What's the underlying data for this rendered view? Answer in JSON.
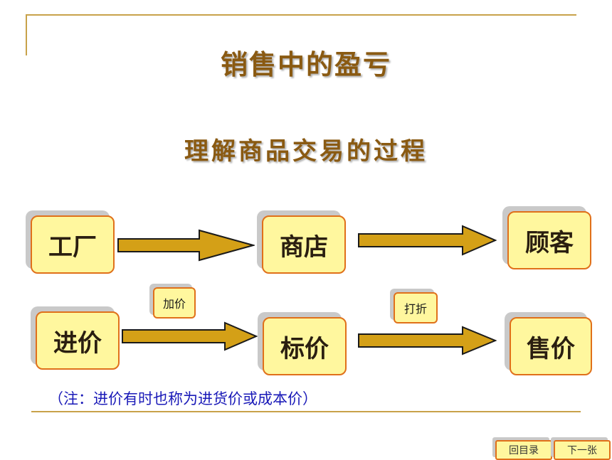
{
  "title": "销售中的盈亏",
  "subtitle": "理解商品交易的过程",
  "row1": [
    "工厂",
    "商店",
    "顾客"
  ],
  "row2": [
    "进价",
    "标价",
    "售价"
  ],
  "labels": {
    "markup": "加价",
    "discount": "打折"
  },
  "note": "（注：进价有时也称为进货价或成本价）",
  "nav": {
    "back": "回目录",
    "next": "下一张"
  },
  "colors": {
    "title": "#8a5a12",
    "box_fill": "#fff79e",
    "box_border": "#e0701a",
    "arrow": "#d4a017",
    "note": "#1a1ab8"
  }
}
